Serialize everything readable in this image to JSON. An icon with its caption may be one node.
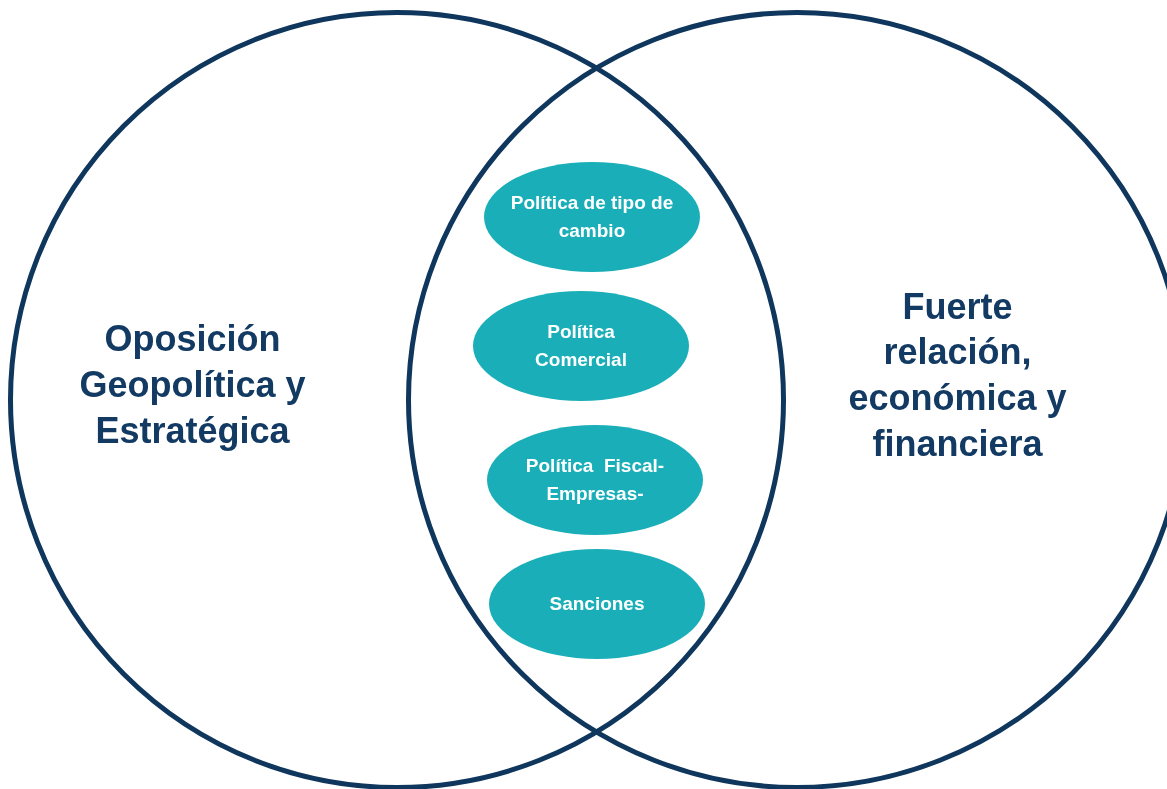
{
  "diagram": {
    "nodes": [
      {
        "text": [
          "Oposición Geopolítica y Estratégica"
        ]
      },
      {
        "text": [
          "Fuerte relación, económica y financiera"
        ]
      },
      {
        "text": [
          "Política de tipo de cambio"
        ]
      },
      {
        "text": [
          "Política Comercial"
        ]
      },
      {
        "text": [
          "Política  Fiscal- Empresas-"
        ]
      },
      {
        "text": [
          "Sanciones"
        ]
      }
    ]
  }
}
